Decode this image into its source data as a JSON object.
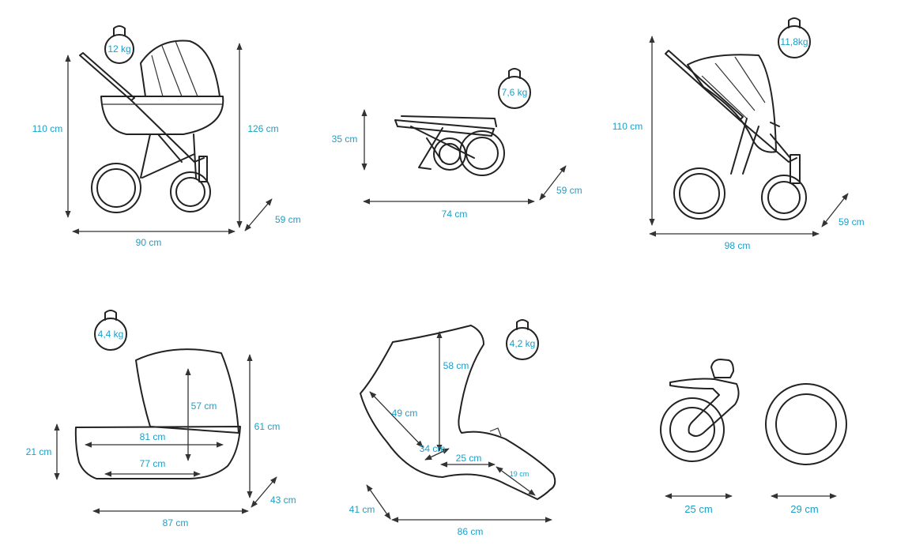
{
  "colors": {
    "label": "#1a9fc8",
    "line": "#222222",
    "background": "#ffffff"
  },
  "stroller_pram": {
    "weight": "12 kg",
    "height_handle": "110 cm",
    "height_total": "126 cm",
    "width": "59 cm",
    "length": "90 cm"
  },
  "stroller_folded": {
    "weight": "7,6 kg",
    "height": "35 cm",
    "width": "59 cm",
    "length": "74 cm"
  },
  "stroller_sport": {
    "weight": "11,8kg",
    "height": "110 cm",
    "width": "59 cm",
    "length": "98 cm"
  },
  "carrycot": {
    "weight": "4,4 kg",
    "hood_height": "57 cm",
    "total_height": "61 cm",
    "body_height": "21 cm",
    "outer_length": "81 cm",
    "inner_length": "77 cm",
    "width": "43 cm",
    "length": "87 cm"
  },
  "seat": {
    "weight": "4,2 kg",
    "back_height": "58 cm",
    "back_length": "49 cm",
    "seat_depth": "34 cm",
    "footrest": "25 cm",
    "leg_rest": "19 cm",
    "width": "41 cm",
    "length": "86 cm"
  },
  "wheels": {
    "front": "25 cm",
    "rear": "29 cm"
  }
}
